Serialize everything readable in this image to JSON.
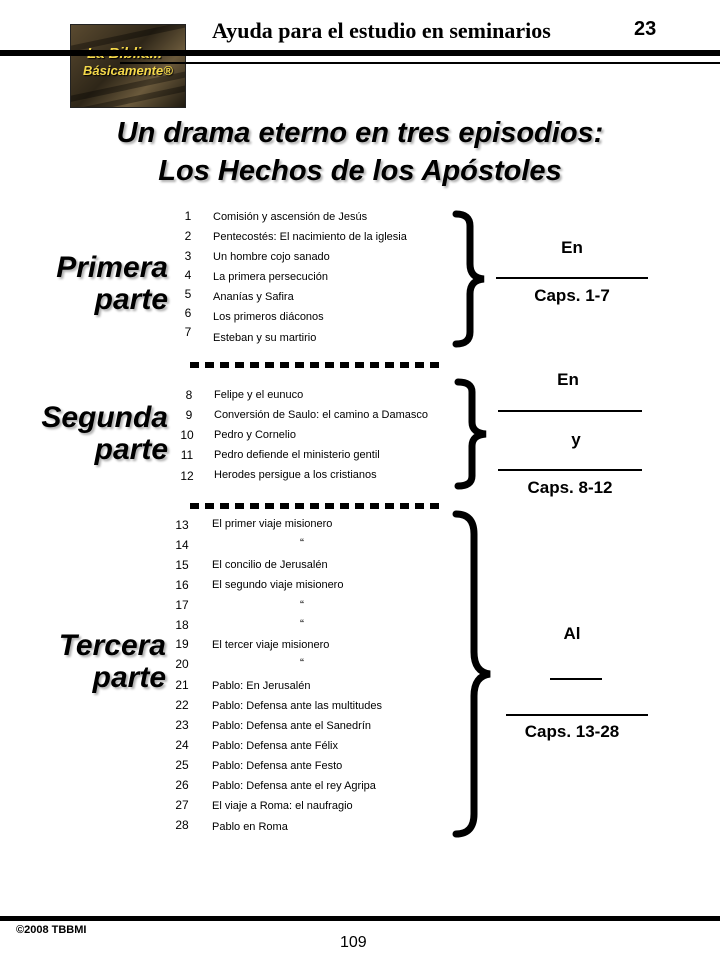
{
  "header": {
    "title": "Ayuda para el estudio en seminarios",
    "page_number": "23",
    "logo_line1": "La Biblia...",
    "logo_line2": "Básicamente®"
  },
  "title": {
    "line1": "Un drama eterno en tres episodios:",
    "line2": "Los Hechos de los Apóstoles"
  },
  "parts": [
    {
      "label_line1": "Primera",
      "label_line2": "parte",
      "items": [
        {
          "num": "1",
          "text": "Comisión y ascensión de Jesús"
        },
        {
          "num": "2",
          "text": "Pentecostés: El nacimiento de la iglesia"
        },
        {
          "num": "3",
          "text": "Un hombre cojo sanado"
        },
        {
          "num": "4",
          "text": "La primera persecución"
        },
        {
          "num": "5",
          "text": "Ananías y Safira"
        },
        {
          "num": "6",
          "text": "Los primeros diáconos"
        },
        {
          "num": "7",
          "text": "Esteban y su martirio"
        }
      ],
      "answer": {
        "word1": "En",
        "chapters": "Caps. 1-7"
      }
    },
    {
      "label_line1": "Segunda",
      "label_line2": "parte",
      "items": [
        {
          "num": "8",
          "text": "Felipe y el eunuco"
        },
        {
          "num": "9",
          "text": "Conversión de Saulo: el camino a Damasco"
        },
        {
          "num": "10",
          "text": "Pedro y Cornelio"
        },
        {
          "num": "11",
          "text": "Pedro defiende el ministerio gentil"
        },
        {
          "num": "12",
          "text": "Herodes persigue a los cristianos"
        }
      ],
      "answer": {
        "word1": "En",
        "word2": "y",
        "chapters": "Caps. 8-12"
      }
    },
    {
      "label_line1": "Tercera",
      "label_line2": "parte",
      "items": [
        {
          "num": "13",
          "text": "El primer viaje misionero"
        },
        {
          "num": "14",
          "text": "“"
        },
        {
          "num": "15",
          "text": "El concilio de Jerusalén"
        },
        {
          "num": "16",
          "text": "El segundo viaje misionero"
        },
        {
          "num": "17",
          "text": "“"
        },
        {
          "num": "18",
          "text": "“"
        },
        {
          "num": "19",
          "text": "El tercer viaje misionero"
        },
        {
          "num": "20",
          "text": "“"
        },
        {
          "num": "21",
          "text": "Pablo: En Jerusalén"
        },
        {
          "num": "22",
          "text": "Pablo: Defensa ante las multitudes"
        },
        {
          "num": "23",
          "text": "Pablo: Defensa ante el Sanedrín"
        },
        {
          "num": "24",
          "text": "Pablo: Defensa ante Félix"
        },
        {
          "num": "25",
          "text": "Pablo: Defensa ante Festo"
        },
        {
          "num": "26",
          "text": "Pablo: Defensa ante el rey Agripa"
        },
        {
          "num": "27",
          "text": "El viaje a Roma: el naufragio"
        },
        {
          "num": "28",
          "text": "Pablo en Roma"
        }
      ],
      "answer": {
        "word1": "Al",
        "chapters": "Caps. 13-28"
      }
    }
  ],
  "footer": {
    "copyright": "©2008 TBBMI",
    "page_number": "109"
  }
}
